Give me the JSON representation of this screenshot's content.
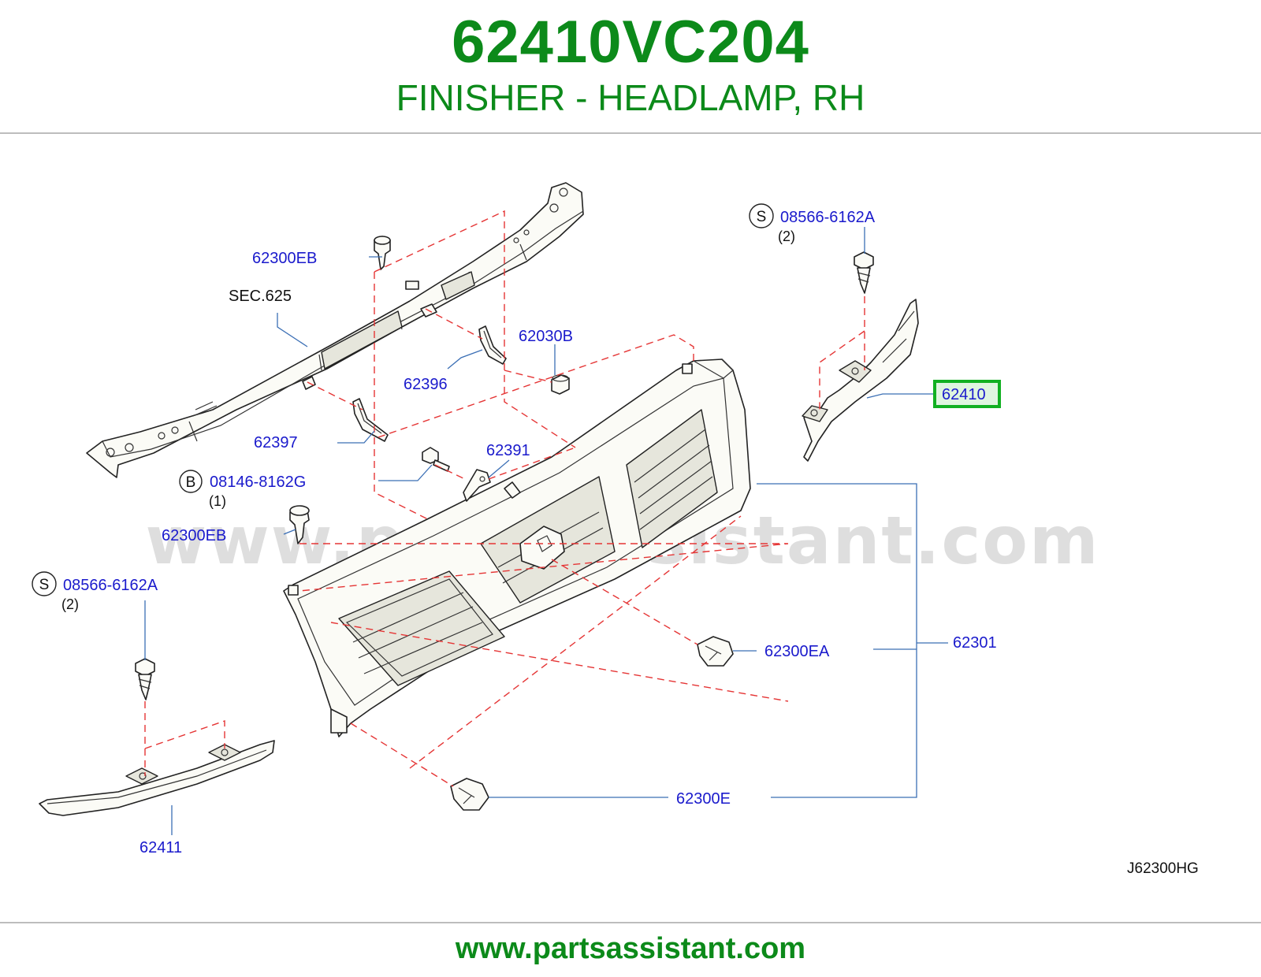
{
  "header": {
    "part_number": "62410VC204",
    "part_description": "FINISHER - HEADLAMP, RH"
  },
  "callouts": {
    "c_62300eb_top": "62300EB",
    "c_sec625": "SEC.625",
    "c_62030b": "62030B",
    "c_62396": "62396",
    "c_62397": "62397",
    "c_62391": "62391",
    "c_08146": "08146-8162G",
    "c_08146_qty": "(1)",
    "c_08146_symbol": "B",
    "c_62300eb_left": "62300EB",
    "c_08566_top": "08566-6162A",
    "c_08566_top_qty": "(2)",
    "c_08566_top_symbol": "S",
    "c_08566_left": "08566-6162A",
    "c_08566_left_qty": "(2)",
    "c_08566_left_symbol": "S",
    "c_62410": "62410",
    "c_62301": "62301",
    "c_62300ea": "62300EA",
    "c_62300e": "62300E",
    "c_62411": "62411"
  },
  "diagram_code": "J62300HG",
  "watermark": "www.partsassistant.com",
  "footer": {
    "url": "www.partsassistant.com"
  },
  "colors": {
    "brand_green": "#0c8a1a",
    "callout_blue": "#1a1acc",
    "leader_blue": "#3b6fb5",
    "dash_red": "#e53535",
    "highlight_green": "#11b021"
  }
}
